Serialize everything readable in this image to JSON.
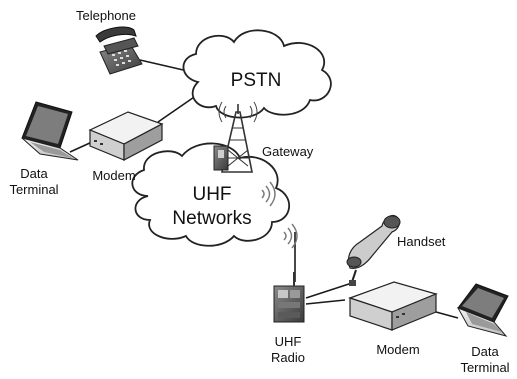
{
  "diagram": {
    "clouds": {
      "pstn": "PSTN",
      "uhf_line1": "UHF",
      "uhf_line2": "Networks"
    },
    "labels": {
      "telephone": "Telephone",
      "gateway": "Gateway",
      "handset": "Handset",
      "modem_left": "Modem",
      "modem_right": "Modem",
      "data_terminal_left_1": "Data",
      "data_terminal_left_2": "Terminal",
      "data_terminal_right_1": "Data",
      "data_terminal_right_2": "Terminal",
      "uhf_radio_1": "UHF",
      "uhf_radio_2": "Radio"
    },
    "colors": {
      "line": "#1a1a1a",
      "cloud_stroke": "#222222",
      "device_light": "#e6e6e6",
      "device_mid": "#bdbdbd",
      "device_dark": "#5a5a5a"
    }
  }
}
